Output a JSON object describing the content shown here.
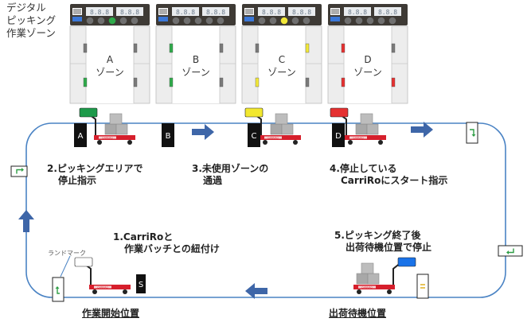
{
  "title_lines": [
    "デジタル",
    "ピッキング",
    "作業ゾーン"
  ],
  "zones": [
    {
      "letter": "A",
      "word": "ゾーン",
      "lamps": [
        "#6f6f6f",
        "#6f6f6f",
        "#2eaa4a",
        "#6f6f6f",
        "#6f6f6f"
      ],
      "side_color": "#2eaa4a"
    },
    {
      "letter": "B",
      "word": "ゾーン",
      "lamps": [
        "#6f6f6f",
        "#6f6f6f",
        "#6f6f6f",
        "#6f6f6f",
        "#6f6f6f"
      ],
      "side_color": "#2eaa4a"
    },
    {
      "letter": "C",
      "word": "ゾーン",
      "lamps": [
        "#6f6f6f",
        "#6f6f6f",
        "#f2e838",
        "#6f6f6f",
        "#6f6f6f"
      ],
      "side_color": "#f2e838"
    },
    {
      "letter": "D",
      "word": "ゾーン",
      "lamps": [
        "#6f6f6f",
        "#6f6f6f",
        "#6f6f6f",
        "#6f6f6f",
        "#6f6f6f"
      ],
      "side_color": "#e53030"
    }
  ],
  "stations": [
    {
      "letter": "A",
      "flag_color": "#1d9a4a"
    },
    {
      "letter": "B",
      "flag_color": ""
    },
    {
      "letter": "C",
      "flag_color": "#f2e82f"
    },
    {
      "letter": "D",
      "flag_color": "#e53030"
    },
    {
      "letter": "S",
      "flag_color": "#ffffff"
    },
    {
      "letter": "",
      "flag_color": "#1a73e8"
    }
  ],
  "brand_text": "CARRiRO",
  "steps": {
    "step1": [
      "1.CarriRoと",
      "作業バッチとの紐付け"
    ],
    "step2": [
      "2.ピッキングエリアで",
      "停止指示"
    ],
    "step3": [
      "3.未使用ゾーンの",
      "通過"
    ],
    "step4": [
      "4.停止している",
      "CarriRoにスタート指示"
    ],
    "step5": [
      "5.ピッキング終了後",
      "出荷待機位置で停止"
    ]
  },
  "place_labels": {
    "start": "作業開始位置",
    "waiting": "出荷待機位置",
    "landmark": "ランドマーク"
  },
  "colors": {
    "arrow": "#3e66a8",
    "loop": "#4a83c4",
    "panel": "#3e3a35",
    "gate": "#ededed",
    "cart": "#d61f2c"
  }
}
